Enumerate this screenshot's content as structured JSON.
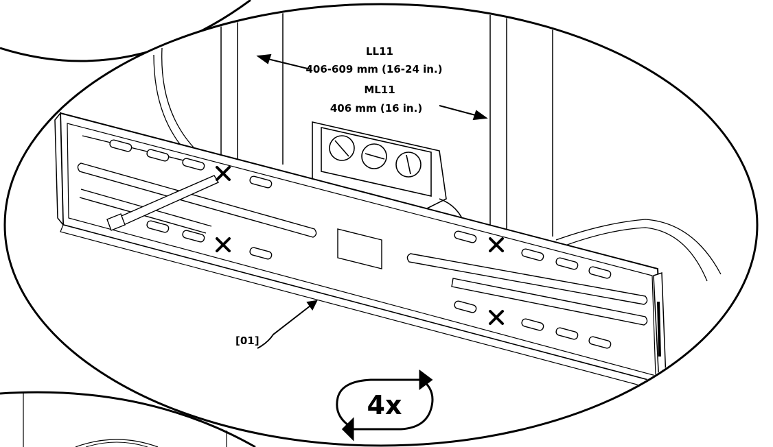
{
  "labels": {
    "ll_model": "LL11",
    "ll_range": "406-609 mm (16-24 in.)",
    "ml_model": "ML11",
    "ml_range": "406 mm (16 in.)",
    "part_ref": "[01]",
    "repeat_count": "4x"
  },
  "icons": {
    "stud_marker": "x-mark-icon",
    "repeat": "repeat-arrows-icon"
  }
}
